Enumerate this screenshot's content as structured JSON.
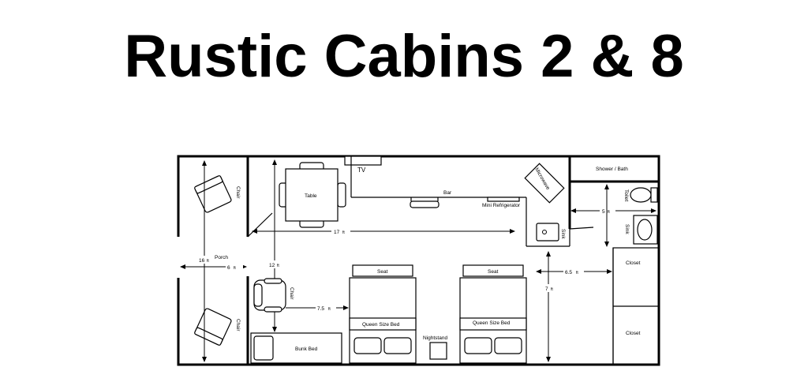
{
  "title": "Rustic Cabins 2 & 8",
  "labels": {
    "porch": "Porch",
    "chair": "Chair",
    "table": "Table",
    "tv": "TV",
    "bar": "Bar",
    "microwave": "Microwave",
    "mini_refrigerator": "Mini Refrigerator",
    "sink": "Sink",
    "shower_bath": "Shower / Bath",
    "toilet": "Toilet",
    "closet": "Closet",
    "seat": "Seat",
    "queen_size_bed": "Queen Size Bed",
    "nightstand": "Nightstand",
    "bunk_bed": "Bunk Bed"
  },
  "dimensions": {
    "porch_length": "16",
    "porch_width": "6",
    "main_length": "17",
    "main_depth": "12",
    "chair_to_bed": "7.5",
    "bath_width": "5",
    "closet_gap": "6.5",
    "closet_height": "7",
    "unit": "ft"
  }
}
